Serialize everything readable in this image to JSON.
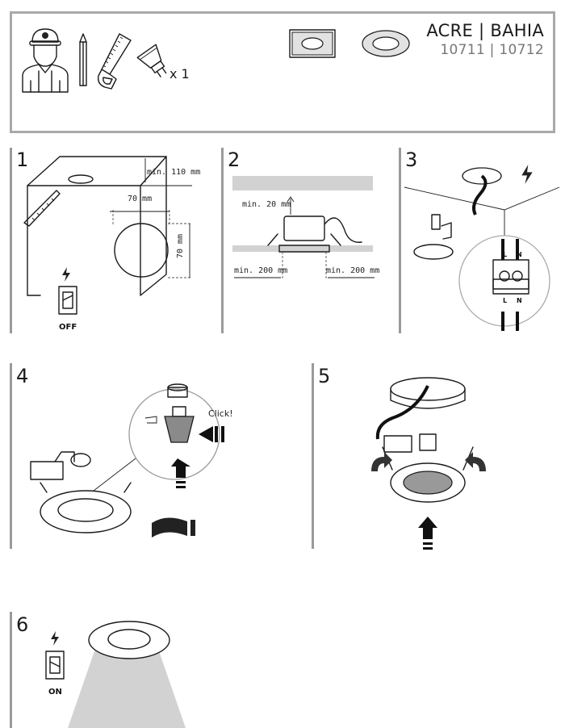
{
  "product": {
    "title": "ACRE | BAHIA",
    "codes": "10711 | 10712"
  },
  "tools": {
    "quantity_label": "x 1"
  },
  "steps": [
    {
      "number": "1",
      "min_depth": "min. 110 mm",
      "cutout_w": "70 mm",
      "cutout_h": "70 mm",
      "switch_state": "OFF"
    },
    {
      "number": "2",
      "min_clearance_top": "min. 20 mm",
      "min_side_left": "min. 200 mm",
      "min_side_right": "min. 200 mm"
    },
    {
      "number": "3",
      "terminal_top_l": "L",
      "terminal_top_n": "N",
      "terminal_bottom_l": "L",
      "terminal_bottom_n": "N"
    },
    {
      "number": "4",
      "click_label": "Click!"
    },
    {
      "number": "5"
    },
    {
      "number": "6",
      "switch_state": "ON"
    }
  ],
  "colors": {
    "frame": "#a9a9a9",
    "ink": "#1a1a1a",
    "light_beam": "#d2d2d2"
  },
  "icons": [
    "worker-icon",
    "pencil-icon",
    "saw-icon",
    "gu10-bulb-icon",
    "square-downlight-icon",
    "round-downlight-icon",
    "lightning-icon",
    "switch-icon"
  ]
}
